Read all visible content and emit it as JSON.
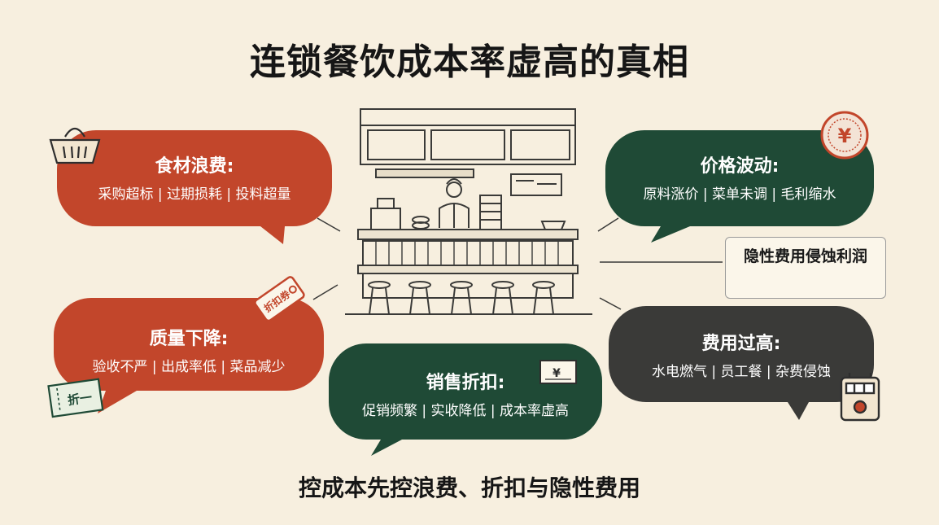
{
  "title": "连锁餐饮成本率虚高的真相",
  "subtitle": "控成本先控浪费、折扣与隐性费用",
  "bubbles": {
    "food_waste": {
      "heading": "食材浪费:",
      "body": "采购超标 | 过期损耗 | 投料超量"
    },
    "quality": {
      "heading": "质量下降:",
      "body": "验收不严 | 出成率低 | 菜品减少"
    },
    "sales_discount": {
      "heading": "销售折扣:",
      "body": "促销频繁 | 实收降低 | 成本率虚高"
    },
    "price": {
      "heading": "价格波动:",
      "body": "原料涨价 | 菜单未调 | 毛利缩水"
    },
    "expense": {
      "heading": "费用过高:",
      "body": "水电燃气 | 员工餐 | 杂费侵蚀"
    }
  },
  "callout": {
    "text": "隐性费用侵蚀利润"
  },
  "tags": {
    "discount_tag": "折扣券",
    "coupon": "折一"
  },
  "colors": {
    "red": "#c2462b",
    "green": "#1f4a36",
    "dark": "#3a3a38",
    "background": "#f7efdf"
  },
  "icons": [
    "basket-icon",
    "price-tag-icon",
    "coupon-icon",
    "cash-icon",
    "yen-stamp-icon",
    "money-down-icon",
    "utility-meter-icon",
    "restaurant-counter-illustration"
  ]
}
